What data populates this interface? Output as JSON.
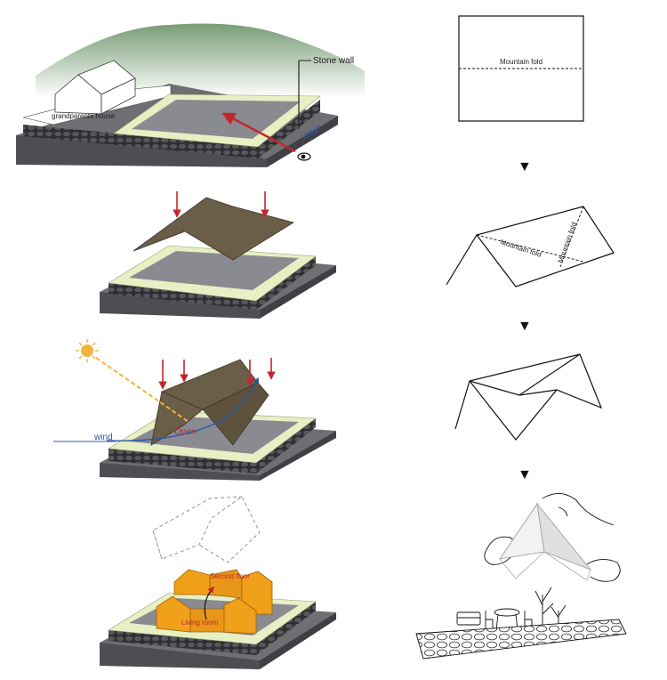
{
  "labels": {
    "stone_wall": "Stone wall",
    "street": "street",
    "grandparents_house": "grandparents house",
    "mountain_fold_1": "Mountain fold",
    "mountain_fold_2a": "Mountain fold",
    "mountain_fold_2b": "Mountain fold",
    "open": "Open",
    "wind": "wind",
    "second_floor": "Second floor",
    "living_room": "Living room"
  },
  "colors": {
    "ground": "#55565a",
    "ground_top": "#6e6f73",
    "stone": "#3c3d40",
    "lawn": "#e6f0c4",
    "plaza": "#8a8b90",
    "roof": "#6b5e48",
    "red_arrow": "#c1272d",
    "sun": "#f0b43c",
    "wind": "#2b55a8",
    "orange_block": "#f0a019",
    "mountain": "#7fa27a"
  },
  "icons": {
    "down_triangle": "▼"
  }
}
